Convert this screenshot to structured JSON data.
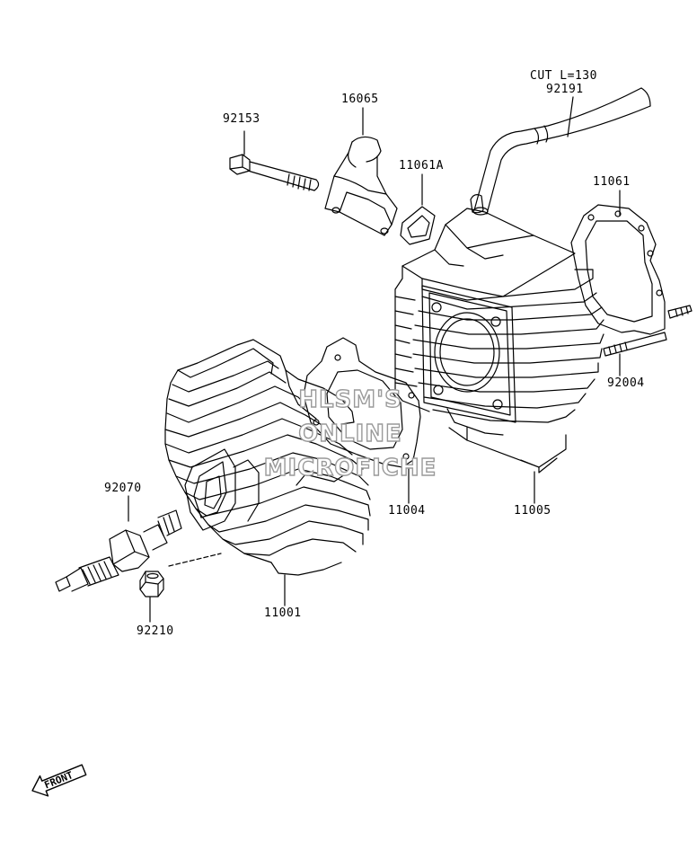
{
  "parts": {
    "p92153": "92153",
    "p16065": "16065",
    "p11061A": "11061A",
    "cut_length": "CUT L=130",
    "p92191": "92191",
    "p11061": "11061",
    "p92004": "92004",
    "p92070": "92070",
    "p11004": "11004",
    "p11005": "11005",
    "p11001": "11001",
    "p92210": "92210"
  },
  "watermark": {
    "line1": "HLSM'S",
    "line2": "ONLINE",
    "line3": "MICROFICHE"
  },
  "front_arrow": {
    "label": "FRONT"
  }
}
